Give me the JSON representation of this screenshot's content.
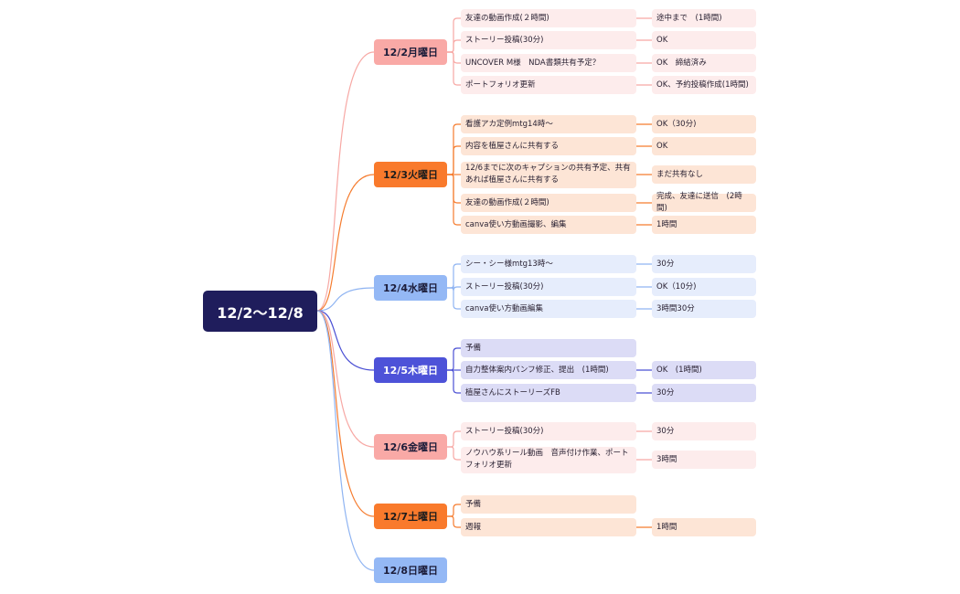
{
  "root": {
    "label": "12/2〜12/8"
  },
  "colors": {
    "pink": "#f7a8a4",
    "orange": "#f57c2f",
    "blue": "#8fb4f2",
    "indigo": "#4b50d4"
  },
  "days": [
    {
      "label": "12/2月曜日",
      "color": "pink",
      "tasks": [
        {
          "text": "友達の動画作成(２時間)",
          "result": "途中まで　(1時間)"
        },
        {
          "text": "ストーリー投稿(30分)",
          "result": "OK"
        },
        {
          "text": "UNCOVER M様　NDA書類共有予定？",
          "result": "OK　締結済み"
        },
        {
          "text": "ポートフォリオ更新",
          "result": "OK、予約投稿作成(1時間)"
        }
      ]
    },
    {
      "label": "12/3火曜日",
      "color": "orange",
      "tasks": [
        {
          "text": "看護アカ定例mtg14時〜",
          "result": "OK（30分)"
        },
        {
          "text": "内容を植屋さんに共有する",
          "result": "OK"
        },
        {
          "text": "12/6までに次のキャプションの共有予定、共有あれば植屋さんに共有する",
          "result": "まだ共有なし"
        },
        {
          "text": "友達の動画作成(２時間)",
          "result": "完成、友達に送信　(2時間)"
        },
        {
          "text": "canva使い方動画撮影、編集",
          "result": "1時間"
        }
      ]
    },
    {
      "label": "12/4水曜日",
      "color": "blue",
      "tasks": [
        {
          "text": "シー・シー様mtg13時〜",
          "result": "30分"
        },
        {
          "text": "ストーリー投稿(30分)",
          "result": "OK（10分)"
        },
        {
          "text": "canva使い方動画編集",
          "result": "3時間30分"
        }
      ]
    },
    {
      "label": "12/5木曜日",
      "color": "indigo",
      "tasks": [
        {
          "text": "予備",
          "result": ""
        },
        {
          "text": "自力整体案内パンフ修正、提出　(1時間)",
          "result": "OK　(1時間)"
        },
        {
          "text": "植屋さんにストーリーズFB",
          "result": "30分"
        }
      ]
    },
    {
      "label": "12/6金曜日",
      "color": "pink",
      "tasks": [
        {
          "text": "ストーリー投稿(30分)",
          "result": "30分"
        },
        {
          "text": "ノウハウ系リール動画　音声付け作業、ポートフォリオ更新",
          "result": "3時間"
        }
      ]
    },
    {
      "label": "12/7土曜日",
      "color": "orange",
      "tasks": [
        {
          "text": "予備",
          "result": ""
        },
        {
          "text": "週報",
          "result": "1時間"
        }
      ]
    },
    {
      "label": "12/8日曜日",
      "color": "blue",
      "tasks": []
    }
  ]
}
